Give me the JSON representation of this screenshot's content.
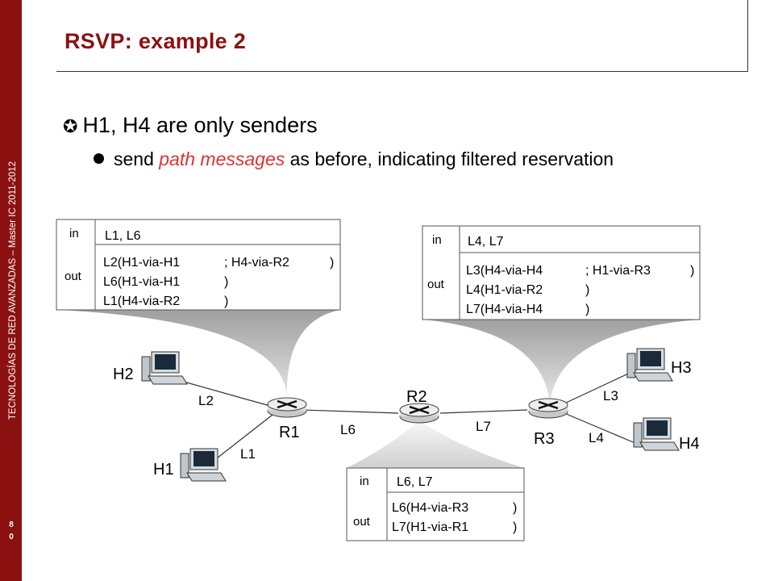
{
  "sidebar": {
    "text": "TECNOLOGÍAS DE RED AVANZADAS – Master IC 2011-2012",
    "page_digits": [
      "8",
      "0"
    ]
  },
  "title": "RSVP: example 2",
  "bullets": {
    "main": "H1, H4 are only senders",
    "sub_prefix": "send ",
    "sub_emphasis": "path messages",
    "sub_suffix": " as before, indicating filtered reservation"
  },
  "tables": {
    "r1": {
      "in_label": "in",
      "out_label": "out",
      "in_value": "L1, L6",
      "out_rows": [
        [
          "L2(H1-via-H1",
          "; H4-via-R2",
          ")"
        ],
        [
          "L6(H1-via-H1",
          ")",
          ""
        ],
        [
          "L1(H4-via-R2",
          ")",
          ""
        ]
      ]
    },
    "r3": {
      "in_label": "in",
      "out_label": "out",
      "in_value": "L4, L7",
      "out_rows": [
        [
          "L3(H4-via-H4",
          "; H1-via-R3",
          ")"
        ],
        [
          "L4(H1-via-R2",
          ")",
          ""
        ],
        [
          "L7(H4-via-H4",
          ")",
          ""
        ]
      ]
    },
    "r2": {
      "in_label": "in",
      "out_label": "out",
      "in_value": "L6, L7",
      "out_rows": [
        [
          "L6(H4-via-R3",
          ")"
        ],
        [
          "L7(H1-via-R1",
          ")"
        ]
      ]
    }
  },
  "network": {
    "hosts": [
      "H1",
      "H2",
      "H3",
      "H4"
    ],
    "routers": [
      "R1",
      "R2",
      "R3"
    ],
    "links": [
      "L1",
      "L2",
      "L3",
      "L4",
      "L6",
      "L7"
    ]
  },
  "colors": {
    "sidebar": "#8b1111",
    "title": "#8b1111",
    "emphasis": "#dd3333"
  }
}
